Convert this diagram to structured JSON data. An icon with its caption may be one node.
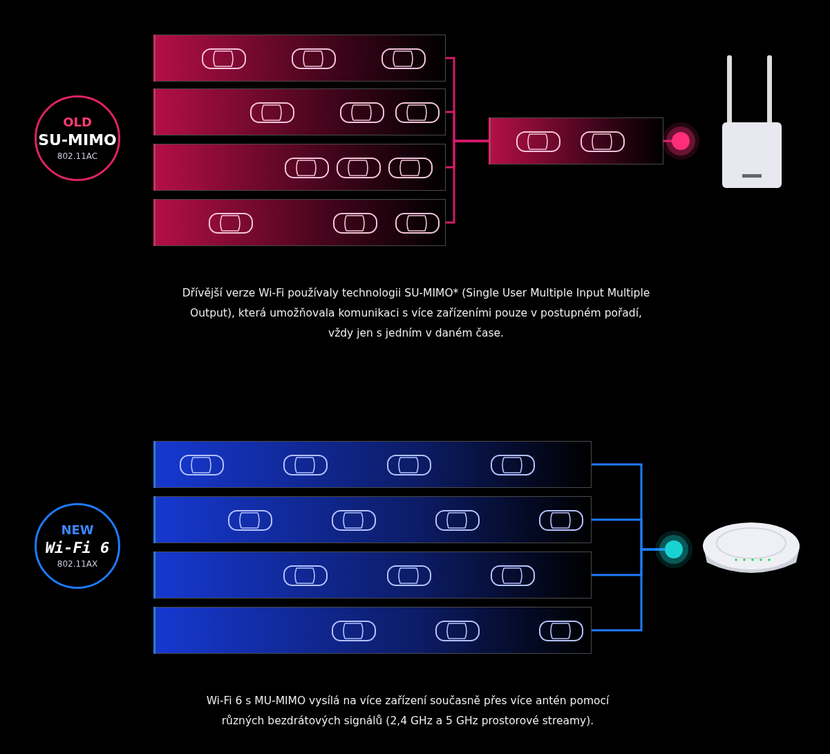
{
  "diagram": {
    "nodes": [
      {
        "text": [
          "OLD",
          "SU-MIMO",
          "802.11AC"
        ]
      },
      {
        "text": [],
        "shape": "bar"
      },
      {
        "text": [],
        "shape": "bar"
      },
      {
        "text": [],
        "shape": "bar"
      },
      {
        "text": [],
        "shape": "bar"
      },
      {
        "text": [],
        "shape": "bar"
      },
      {
        "text": [],
        "shape": "circle"
      },
      {
        "text": [],
        "shape": "picture"
      },
      {
        "text": [
          "NEW",
          "Wi-Fi 6",
          "802.11AX"
        ]
      },
      {
        "text": [],
        "shape": "bar"
      },
      {
        "text": [],
        "shape": "bar"
      },
      {
        "text": [],
        "shape": "bar"
      },
      {
        "text": [],
        "shape": "bar"
      },
      {
        "text": [],
        "shape": "circle"
      },
      {
        "text": [],
        "shape": "picture"
      }
    ],
    "edges": [
      {
        "from": 1,
        "to": 5,
        "arrow": "none"
      },
      {
        "from": 2,
        "to": 5,
        "arrow": "none"
      },
      {
        "from": 3,
        "to": 5,
        "arrow": "none"
      },
      {
        "from": 4,
        "to": 5,
        "arrow": "none"
      },
      {
        "from": 5,
        "to": 6,
        "arrow": "none"
      },
      {
        "from": 9,
        "to": 13,
        "arrow": "none",
        "color": "#1f7bff"
      },
      {
        "from": 10,
        "to": 13,
        "arrow": "none",
        "color": "#1f7bff"
      },
      {
        "from": 11,
        "to": 13,
        "arrow": "none",
        "color": "#1f7bff"
      },
      {
        "from": 12,
        "to": 13,
        "arrow": "none",
        "color": "#1f7bff"
      }
    ],
    "labels": [
      "Dřívější verze Wi-Fi používaly technologii SU-MIMO* (Single User Multiple Input Multiple Output), která umožňovala komunikaci s více zařízeními pouze v postupném pořadí, vždy jen s jedním v daném čase.",
      "Wi-Fi 6 s MU-MIMO vysílá na více zařízení současně přes více antén pomocí různých bezdrátových signálů (2,4 GHz a 5 GHz prostorové streamy)."
    ]
  }
}
